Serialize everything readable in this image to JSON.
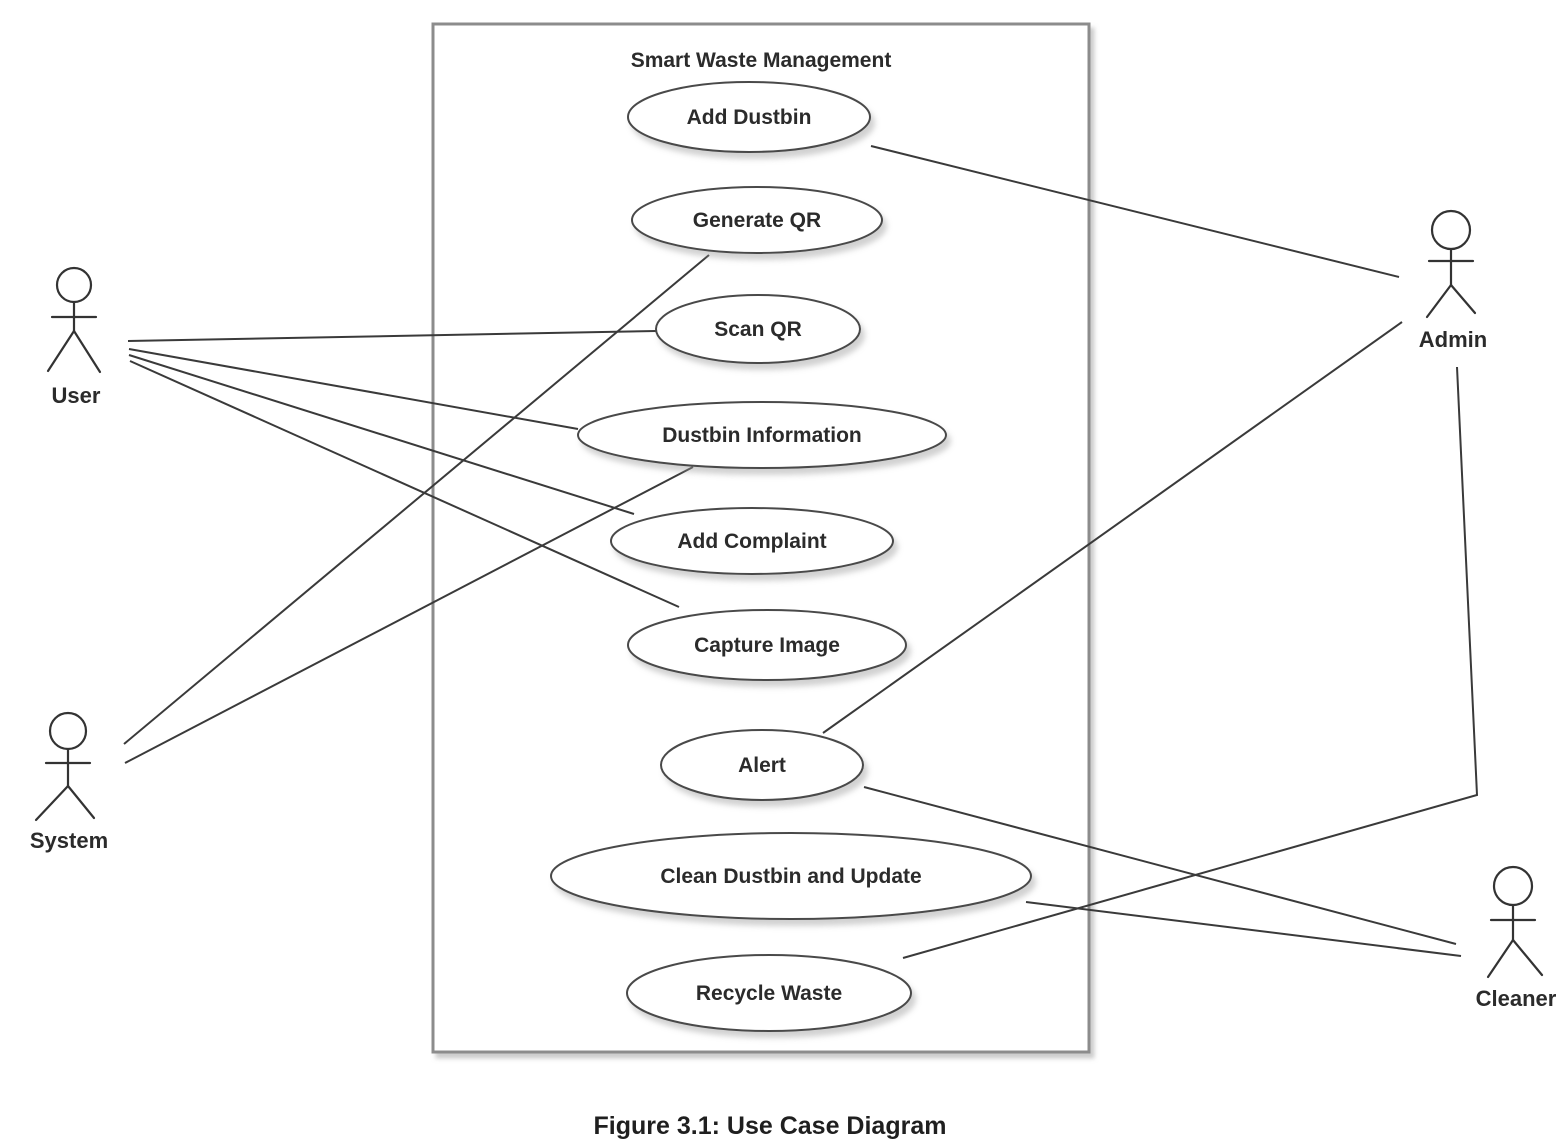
{
  "diagram": {
    "title": "Smart Waste Management",
    "type": "uml-use-case-diagram",
    "use_cases": [
      {
        "label": "Add Dustbin"
      },
      {
        "label": "Generate QR"
      },
      {
        "label": "Scan QR"
      },
      {
        "label": "Dustbin Information"
      },
      {
        "label": "Add Complaint"
      },
      {
        "label": "Capture Image"
      },
      {
        "label": "Alert"
      },
      {
        "label": "Clean Dustbin and Update"
      },
      {
        "label": "Recycle Waste"
      }
    ],
    "actors": [
      {
        "name": "User"
      },
      {
        "name": "System"
      },
      {
        "name": "Admin"
      },
      {
        "name": "Cleaner"
      }
    ],
    "associations": [
      {
        "actor": "User",
        "use_case": "Scan QR"
      },
      {
        "actor": "User",
        "use_case": "Dustbin Information"
      },
      {
        "actor": "User",
        "use_case": "Add Complaint"
      },
      {
        "actor": "User",
        "use_case": "Capture Image"
      },
      {
        "actor": "System",
        "use_case": "Generate QR"
      },
      {
        "actor": "System",
        "use_case": "Dustbin Information"
      },
      {
        "actor": "Admin",
        "use_case": "Add Dustbin"
      },
      {
        "actor": "Admin",
        "use_case": "Alert"
      },
      {
        "actor": "Admin",
        "use_case": "Recycle Waste"
      },
      {
        "actor": "Cleaner",
        "use_case": "Alert"
      },
      {
        "actor": "Cleaner",
        "use_case": "Clean Dustbin and Update"
      }
    ],
    "colors": {
      "line": "#3a3a3a",
      "ellipse_stroke": "#4a4a4a",
      "boundary_stroke": "#8c8c8c",
      "text": "#2b2b2b",
      "background": "#ffffff"
    }
  },
  "caption": "Figure 3.1: Use Case Diagram"
}
